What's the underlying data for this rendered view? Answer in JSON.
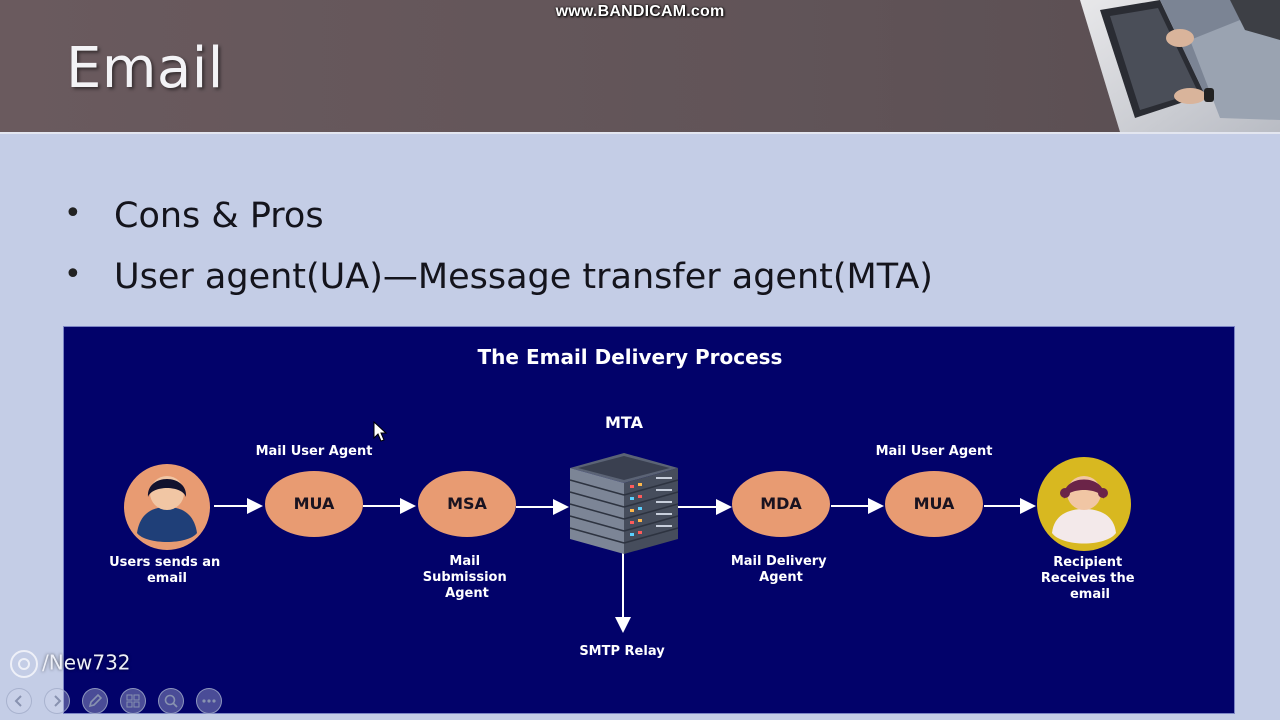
{
  "slide": {
    "title": "Email",
    "bullets": [
      "Cons & Pros",
      "User agent(UA)—Message transfer agent(MTA)"
    ]
  },
  "watermark": "www.BANDICAM.com",
  "overlay_user": "/New732",
  "diagram": {
    "title": "The Email Delivery Process",
    "mta_label": "MTA",
    "nodes": [
      {
        "id": "MUA",
        "top_label": "Mail User Agent"
      },
      {
        "id": "MSA",
        "bottom_label": [
          "Mail",
          "Submission",
          "Agent"
        ]
      },
      {
        "id": "MDA",
        "bottom_label": [
          "Mail Delivery",
          "Agent"
        ]
      },
      {
        "id": "MUA",
        "top_label": "Mail User Agent"
      }
    ],
    "sender_label": [
      "Users sends an",
      "email"
    ],
    "recipient_label": [
      "Recipient",
      "Receives the",
      "email"
    ],
    "relay_label": "SMTP Relay",
    "colors": {
      "background": "#02026a",
      "node": "#e89b72",
      "arrow": "#ffffff",
      "recipient": "#d8b820"
    }
  },
  "toolbar": [
    "prev-icon",
    "next-icon",
    "pen-icon",
    "slides-icon",
    "zoom-icon",
    "more-icon"
  ]
}
